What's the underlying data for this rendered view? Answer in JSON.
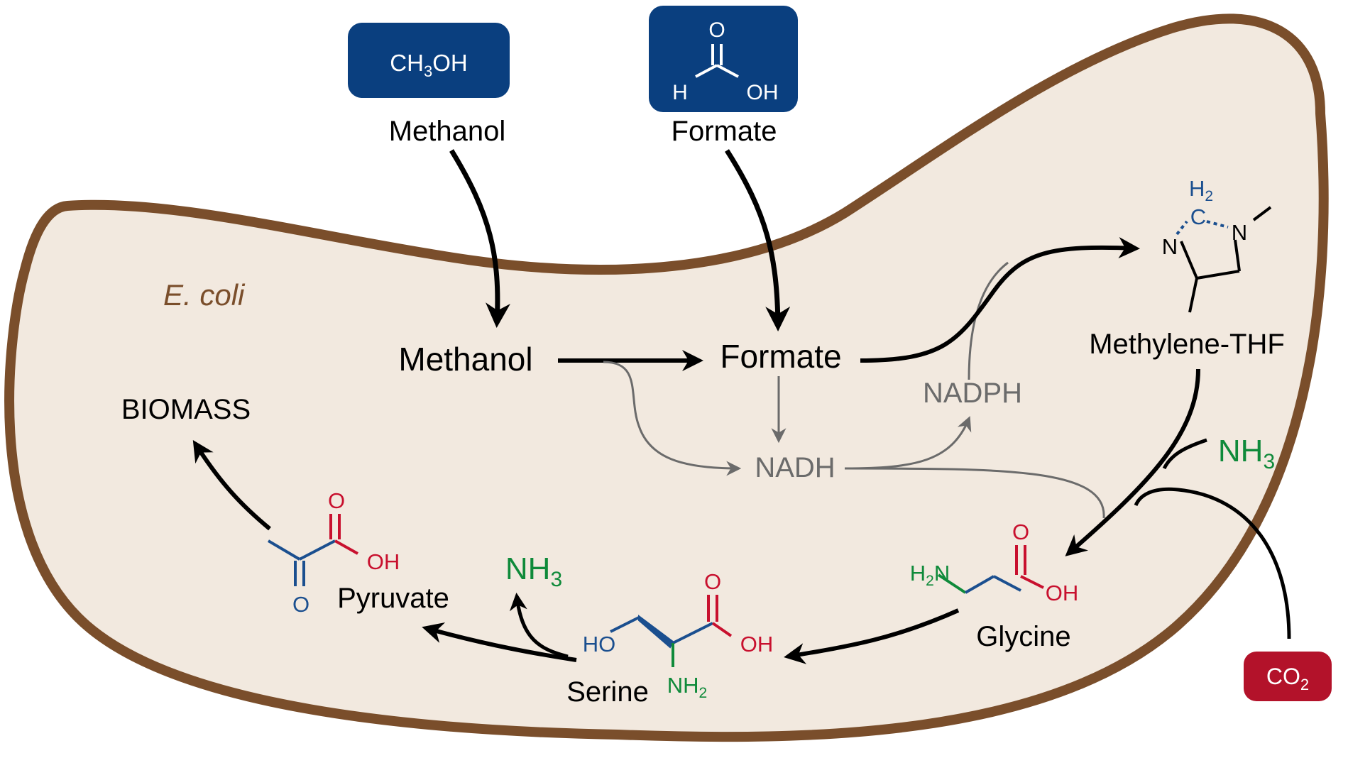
{
  "organism": "E. coli",
  "feedstocks": {
    "methanol": {
      "formula_text": "CH",
      "formula_sub": "3",
      "formula_tail": "OH",
      "name": "Methanol"
    },
    "formate": {
      "atom_o": "O",
      "atom_h": "H",
      "atom_oh": "OH",
      "name": "Formate"
    }
  },
  "nodes": {
    "methanol": "Methanol",
    "formate": "Formate",
    "nadh": "NADH",
    "nadph": "NADPH",
    "methylene_thf": "Methylene-THF",
    "biomass": "BIOMASS",
    "glycine": "Glycine",
    "serine": "Serine",
    "pyruvate": "Pyruvate"
  },
  "thf_structure": {
    "h2_h": "H",
    "h2_sub": "2",
    "c": "C",
    "n1": "N",
    "n2": "N"
  },
  "glycine_structure": {
    "h2n_h": "H",
    "h2n_sub": "2",
    "h2n_n": "N",
    "o": "O",
    "oh": "OH"
  },
  "serine_structure": {
    "ho": "HO",
    "o": "O",
    "oh": "OH",
    "nh2_n": "NH",
    "nh2_sub": "2"
  },
  "pyruvate_structure": {
    "o_top": "O",
    "oh": "OH",
    "o_bottom": "O"
  },
  "cosubstrates": {
    "nh3_in": {
      "text": "NH",
      "sub": "3"
    },
    "nh3_out": {
      "text": "NH",
      "sub": "3"
    },
    "co2": {
      "text": "CO",
      "sub": "2"
    }
  },
  "colors": {
    "cell_fill": "#f2e9df",
    "cell_border": "#7a4e2b",
    "box_blue": "#0a3f7f",
    "co2_red": "#b3122a",
    "struct_blue": "#1b4f8f",
    "struct_red": "#c8102e",
    "nh3_green": "#0f8a3a",
    "grey": "#6b6b6b"
  }
}
